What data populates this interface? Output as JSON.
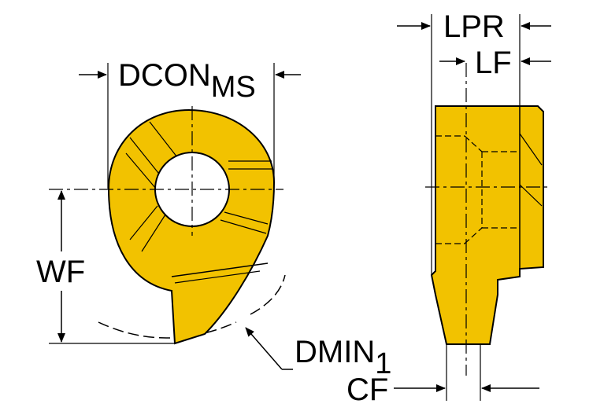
{
  "labels": {
    "dcon": "DCON",
    "dcon_sub": "MS",
    "wf": "WF",
    "dmin": "DMIN",
    "dmin_sub": "1",
    "lpr": "LPR",
    "lf": "LF",
    "cf": "CF"
  },
  "colors": {
    "insert_fill": "#F2C200",
    "outline": "#000000",
    "background": "#FFFFFF"
  }
}
